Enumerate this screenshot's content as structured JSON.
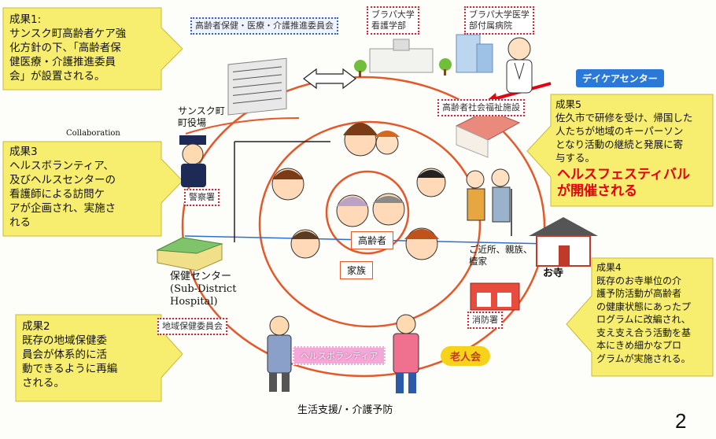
{
  "outcome1": "成果1:\nサンスク町高齢者ケア強\n化方針の下、「高齢者保\n健医療・介護推進委員\n会」が設置される。",
  "outcome3": "成果3\nヘルスボランティア、\n及びヘルスセンターの\n看護師による訪問ケ\nアが企画され、実施さ\nれる",
  "outcome2": "成果2\n既存の地域保健委\n員会が体系的に活\n動できるように再編\nされる。",
  "outcome5": "成果5\n佐久市で研修を受け、帰国した\n人たちが地域のキーパーソン\nとなり活動の継続と発展に寄\n与する。",
  "outcome5_highlight": "ヘルスフェスティバル\nが開催される",
  "outcome4": "成果4\n既存のお寺単位の介\n護予防活動が高齢者\nの健康状態にあったプ\nログラムに改編され、\n支え支え合う活動を基\n本にきめ細かなプロ\nグラムが実施される。",
  "committee": "高齢者保健・医療・介護推進委員会",
  "univ_faculty": "ブラパ大学\n看護学部",
  "univ_hospital": "ブラパ大学医学\n部付属病院",
  "day_care": "デイケアセンター",
  "welfare_facility": "高齢者社会福祉施設",
  "town_office": "サンスク町\n町役場",
  "collaboration": "Collaboration",
  "police": "警察署",
  "health_center": "保健センター\n(Sub-District\nHospital)",
  "community_committee": "地域保健委員会",
  "elderly": "高齢者",
  "family": "家族",
  "neighbors": "ご近所、親族、\n檀家",
  "temple": "お寺",
  "fire_station": "消防署",
  "volunteer": "ヘルスボランティア",
  "elderly_club": "老人会",
  "bottom_label": "生活支援/・介護予防",
  "page_number": "2",
  "colors": {
    "callout_fill": "#f7ee70",
    "ring": "#e4592a",
    "accent_red": "#e60012",
    "line_blue": "#2f6fcf",
    "daycare_blue": "#2a78d8"
  }
}
